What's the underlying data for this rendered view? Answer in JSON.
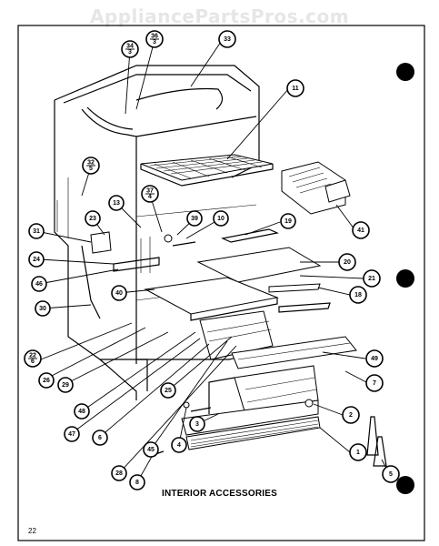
{
  "watermark": "AppliancePartsPros.com",
  "caption": "INTERIOR ACCESSORIES",
  "page_number": "22",
  "callouts": [
    {
      "id": "c33",
      "label": "33"
    },
    {
      "id": "c34",
      "num": "34",
      "den": "3"
    },
    {
      "id": "c36",
      "num": "36",
      "den": "3"
    },
    {
      "id": "c11",
      "label": "11"
    },
    {
      "id": "c32",
      "num": "32",
      "den": "5"
    },
    {
      "id": "c37",
      "num": "37",
      "den": "4"
    },
    {
      "id": "c13",
      "label": "13"
    },
    {
      "id": "c39",
      "label": "39"
    },
    {
      "id": "c10",
      "label": "10"
    },
    {
      "id": "c19",
      "label": "19"
    },
    {
      "id": "c23",
      "label": "23"
    },
    {
      "id": "c31",
      "label": "31"
    },
    {
      "id": "c24",
      "label": "24"
    },
    {
      "id": "c41",
      "label": "41"
    },
    {
      "id": "c20",
      "label": "20"
    },
    {
      "id": "c21",
      "label": "21"
    },
    {
      "id": "c46",
      "label": "46"
    },
    {
      "id": "c40",
      "label": "40"
    },
    {
      "id": "c18",
      "label": "18"
    },
    {
      "id": "c30",
      "label": "30"
    },
    {
      "id": "c22",
      "num": "22",
      "den": "6"
    },
    {
      "id": "c26",
      "label": "26"
    },
    {
      "id": "c29",
      "label": "29"
    },
    {
      "id": "c49",
      "label": "49"
    },
    {
      "id": "c48",
      "label": "48"
    },
    {
      "id": "c7",
      "label": "7"
    },
    {
      "id": "c25",
      "label": "25"
    },
    {
      "id": "c2",
      "label": "2"
    },
    {
      "id": "c6",
      "label": "6"
    },
    {
      "id": "c47",
      "label": "47"
    },
    {
      "id": "c3",
      "label": "3"
    },
    {
      "id": "c45",
      "label": "45"
    },
    {
      "id": "c4",
      "label": "4"
    },
    {
      "id": "c1",
      "label": "1"
    },
    {
      "id": "c28",
      "label": "28"
    },
    {
      "id": "c8",
      "label": "8"
    },
    {
      "id": "c5",
      "label": "5"
    }
  ]
}
